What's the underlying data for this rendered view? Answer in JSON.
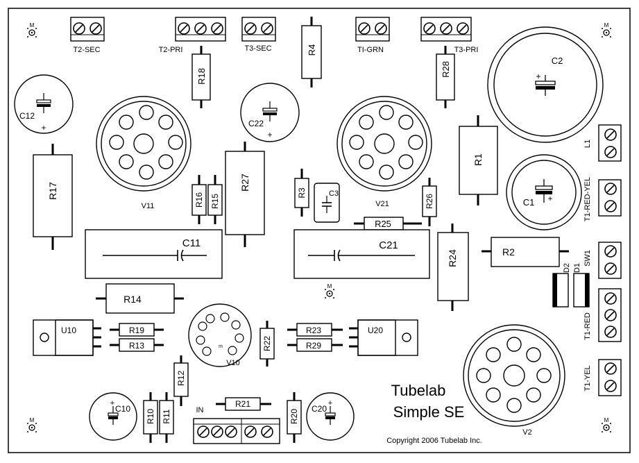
{
  "board": {
    "title_line1": "Tubelab",
    "title_line2": "Simple SE",
    "copyright": "Copyright 2006 Tubelab Inc."
  },
  "mount_label": "M",
  "terminals": {
    "t2_sec": "T2-SEC",
    "t2_pri": "T2-PRI",
    "t3_sec": "T3-SEC",
    "tl_grn": "TI-GRN",
    "t3_pri": "T3-PRI",
    "l1": "L1",
    "t1_red_yel": "T1-RED-YEL",
    "sw1": "SW1",
    "t1_red": "T1-RED",
    "t1_yel": "T1-YEL",
    "in": "IN"
  },
  "resistors": {
    "r1": "R1",
    "r2": "R2",
    "r3": "R3",
    "r4": "R4",
    "r10": "R10",
    "r11": "R11",
    "r12": "R12",
    "r13": "R13",
    "r14": "R14",
    "r15": "R15",
    "r16": "R16",
    "r17": "R17",
    "r18": "R18",
    "r19": "R19",
    "r20": "R20",
    "r21": "R21",
    "r22": "R22",
    "r23": "R23",
    "r24": "R24",
    "r25": "R25",
    "r26": "R26",
    "r27": "R27",
    "r28": "R28",
    "r29": "R29"
  },
  "capacitors": {
    "c1": "C1",
    "c2": "C2",
    "c3": "C3",
    "c10": "C10",
    "c11": "C11",
    "c12": "C12",
    "c20": "C20",
    "c21": "C21",
    "c22": "C22"
  },
  "tubes": {
    "v2": "V2",
    "v10": "V10",
    "v11": "V11",
    "v21": "V21"
  },
  "regulators": {
    "u10": "U10",
    "u20": "U20"
  },
  "diodes": {
    "d1": "D1",
    "d2": "D2"
  },
  "polarity": {
    "plus": "+"
  }
}
